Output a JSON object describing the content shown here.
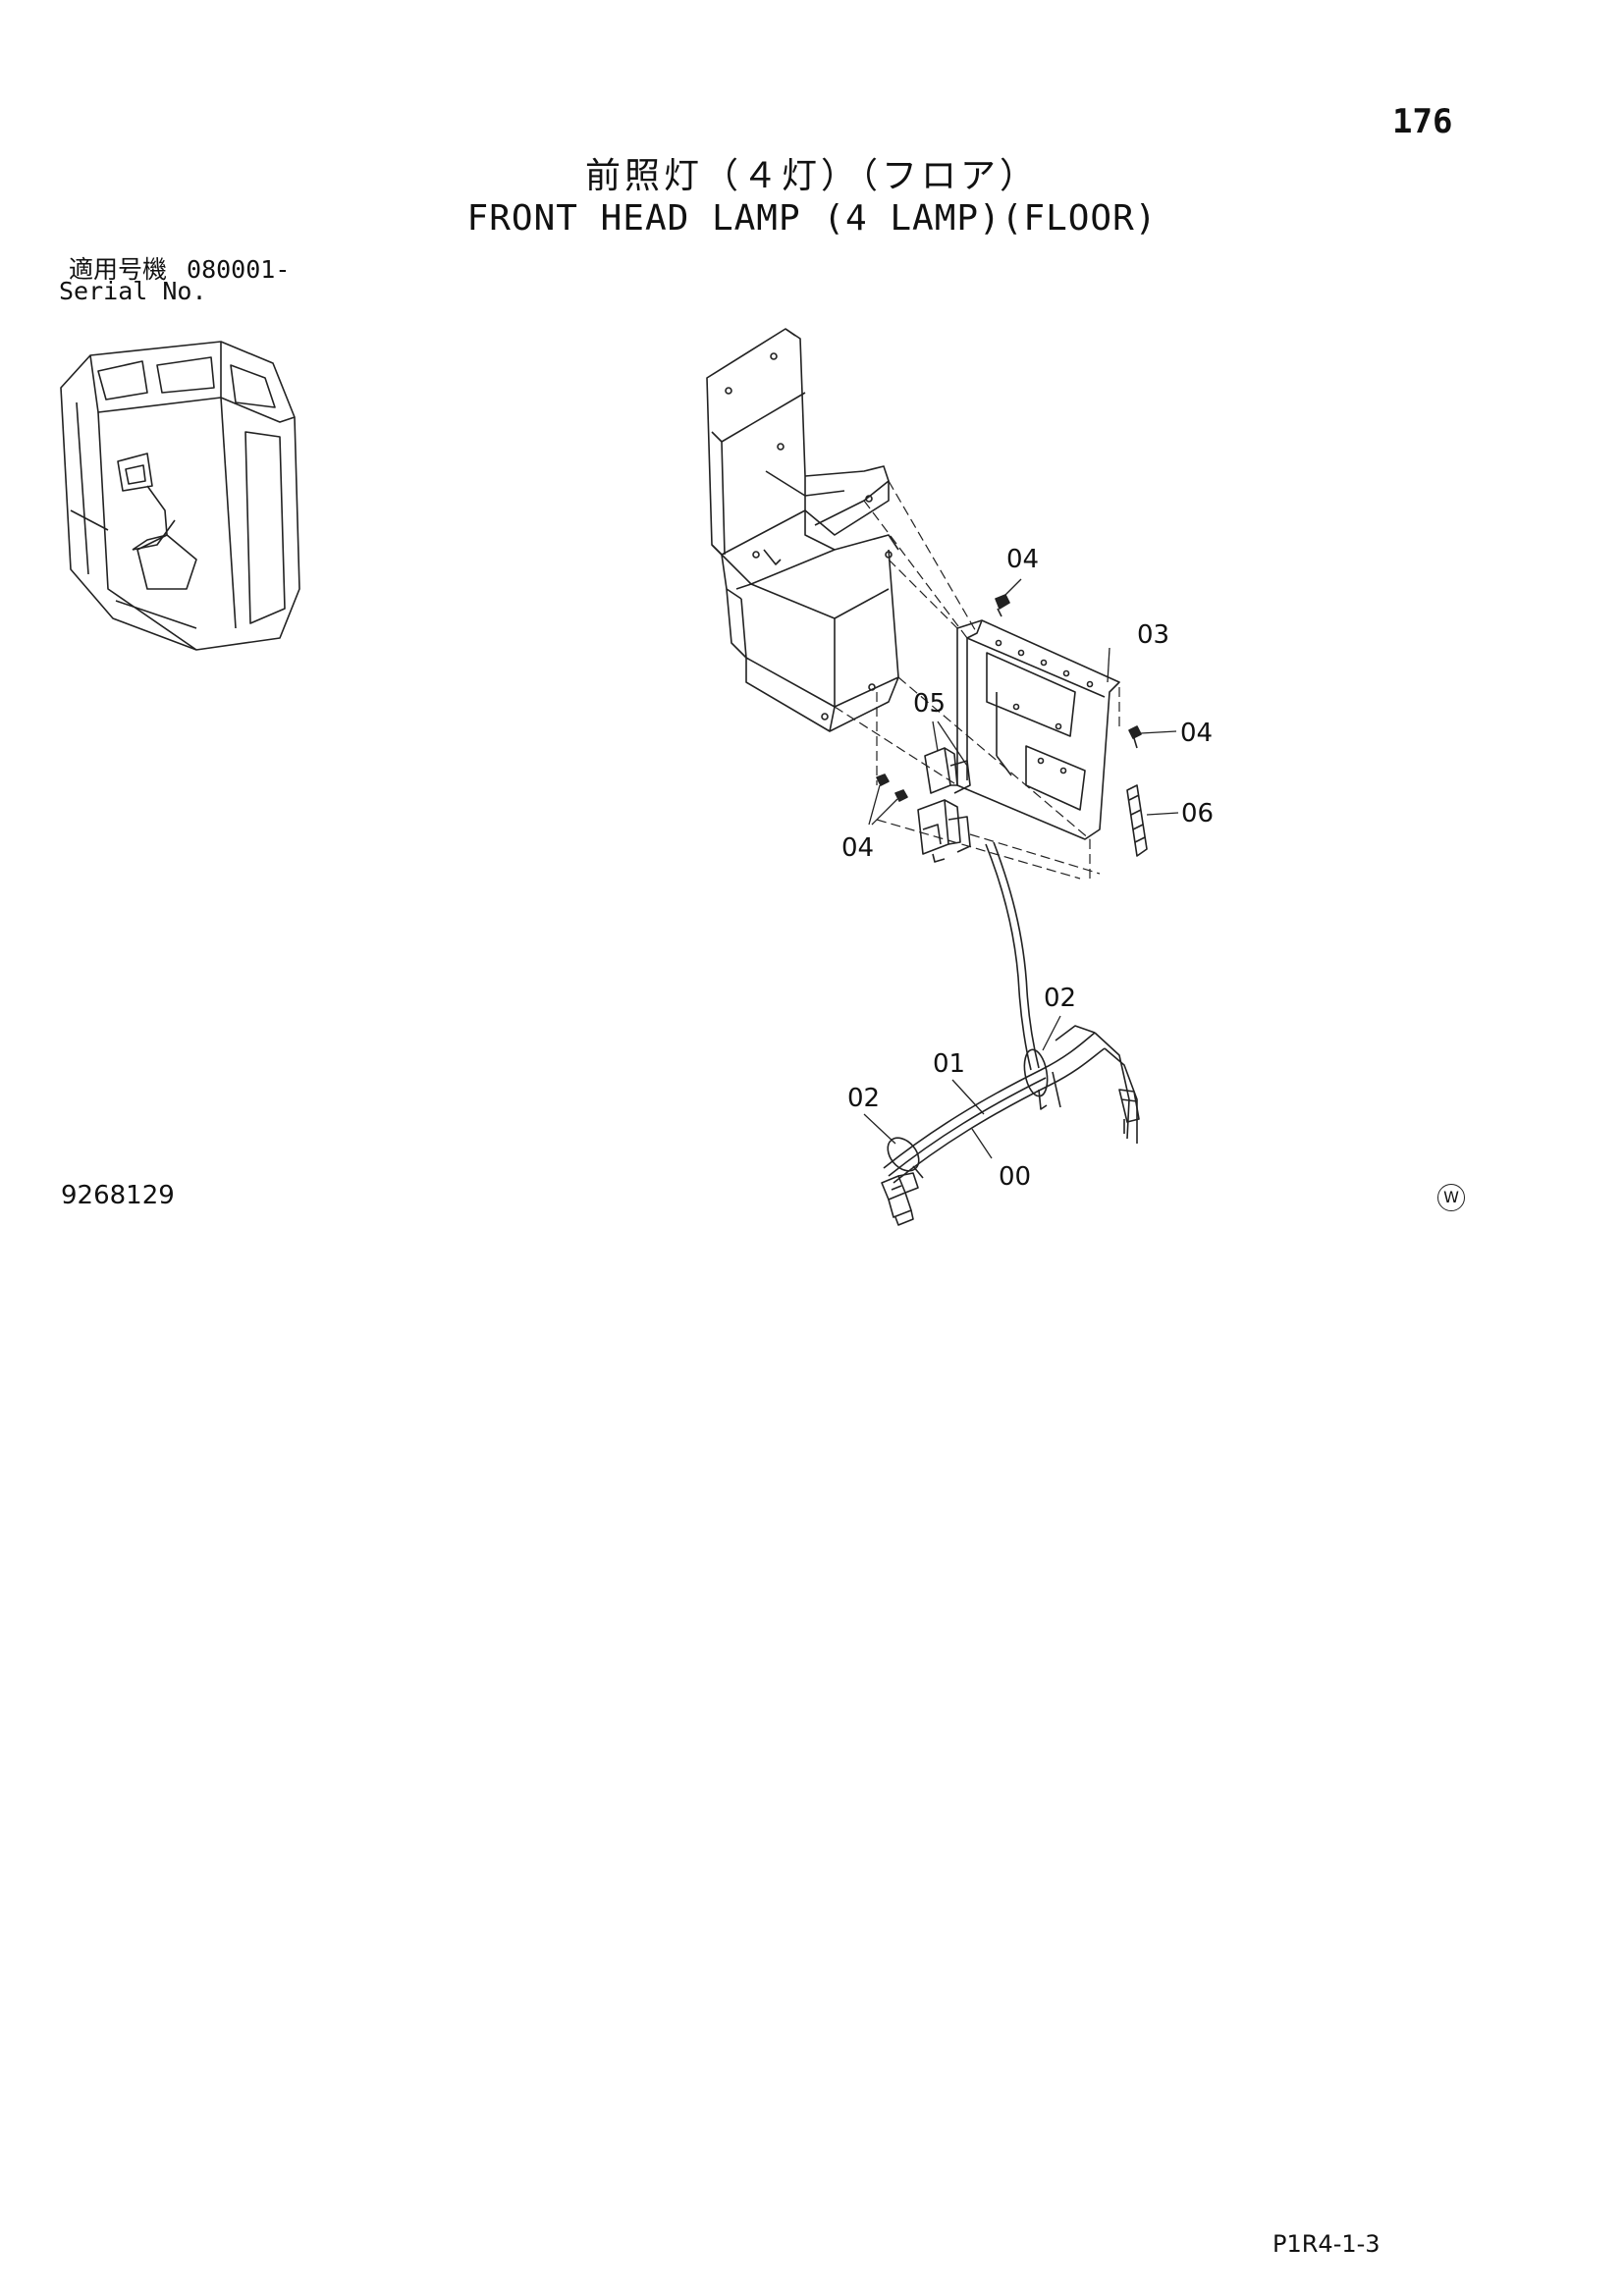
{
  "page": {
    "number": "176",
    "title_jp": "前照灯（４灯）（フロア）",
    "title_en": "FRONT HEAD LAMP (4 LAMP)(FLOOR)",
    "serial_label_jp": "適用号機",
    "serial_value": "080001-",
    "serial_label_en": "Serial No.",
    "drawing_number": "9268129",
    "w_mark": "W",
    "page_code": "P1R4-1-3"
  },
  "callouts": [
    {
      "id": "04-top",
      "label": "04"
    },
    {
      "id": "03",
      "label": "03"
    },
    {
      "id": "05",
      "label": "05"
    },
    {
      "id": "04-right",
      "label": "04"
    },
    {
      "id": "06",
      "label": "06"
    },
    {
      "id": "04-left",
      "label": "04"
    },
    {
      "id": "02-upper",
      "label": "02"
    },
    {
      "id": "01",
      "label": "01"
    },
    {
      "id": "02-lower",
      "label": "02"
    },
    {
      "id": "00",
      "label": "00"
    }
  ]
}
